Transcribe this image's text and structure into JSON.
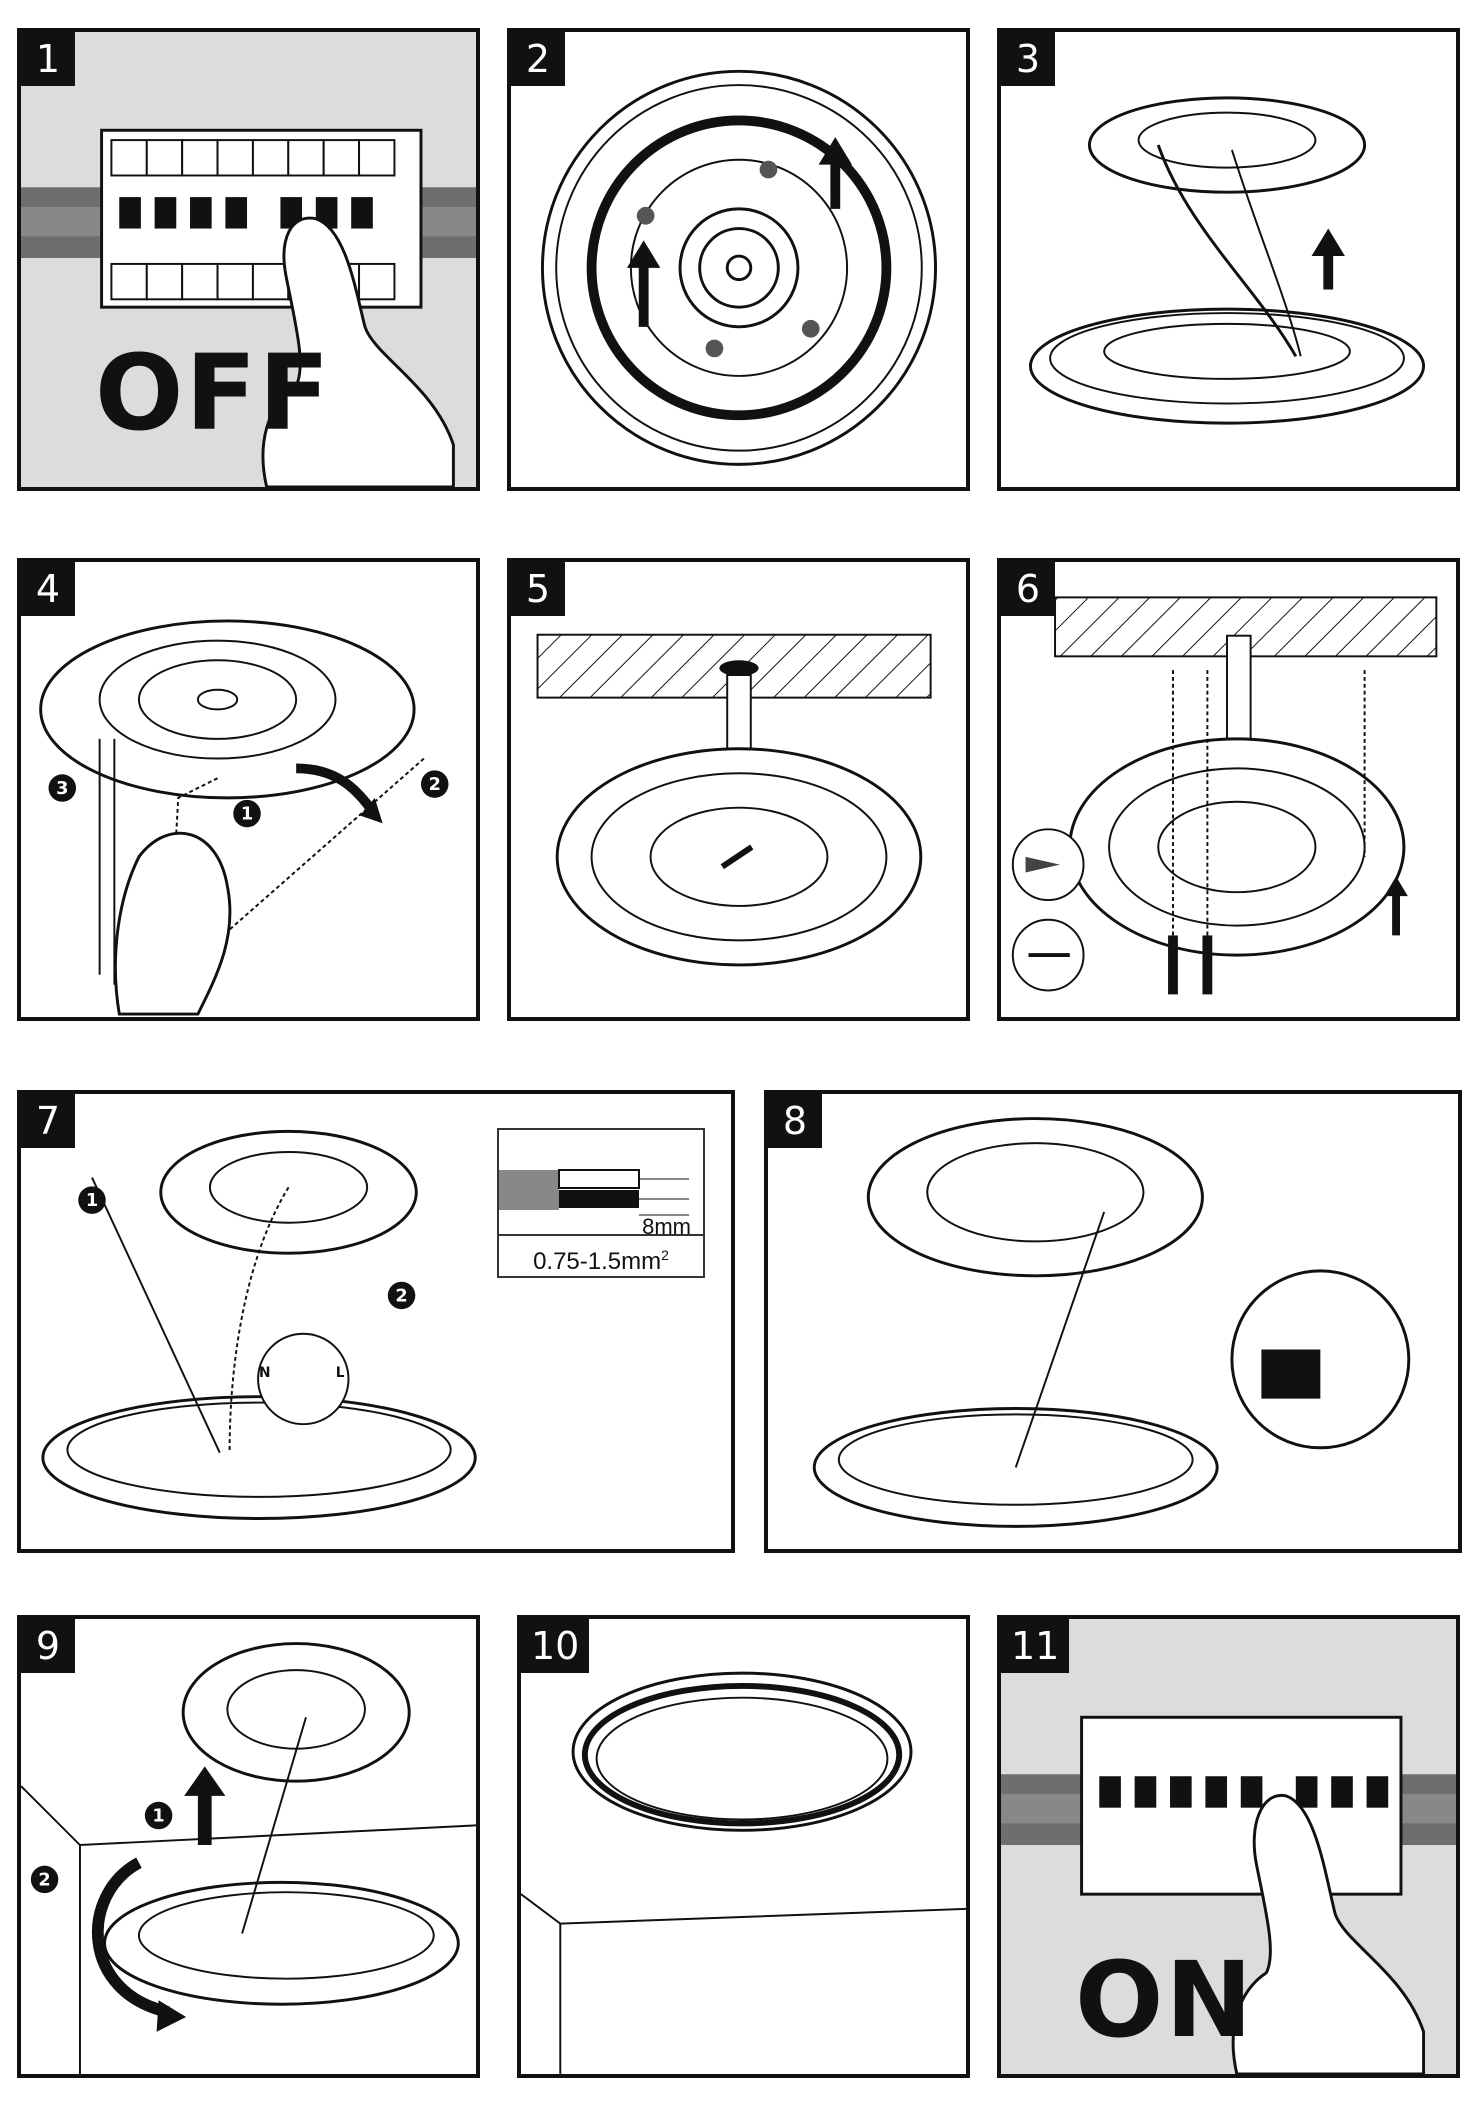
{
  "steps": [
    {
      "number": "1",
      "word": "OFF"
    },
    {
      "number": "2"
    },
    {
      "number": "3"
    },
    {
      "number": "4",
      "callouts": [
        "1",
        "2",
        "3"
      ]
    },
    {
      "number": "5"
    },
    {
      "number": "6"
    },
    {
      "number": "7",
      "callouts": [
        "1",
        "2"
      ],
      "wire_labels": {
        "n": "N",
        "l": "L"
      }
    },
    {
      "number": "8"
    },
    {
      "number": "9",
      "callouts": [
        "1",
        "2"
      ]
    },
    {
      "number": "10"
    },
    {
      "number": "11",
      "word": "ON"
    }
  ],
  "wire_spec": {
    "strip_length": "8mm",
    "cross_section": "0.75-1.5mm",
    "cross_section_sup": "2"
  },
  "colors": {
    "ink": "#111111",
    "panel_grey": "#dcdcdc",
    "rail": "#6e6e6e"
  },
  "icons": [
    "breaker-icon",
    "hand-icon",
    "lamp-icon",
    "screwdriver-icon",
    "screw-icon",
    "arrow-icon"
  ]
}
